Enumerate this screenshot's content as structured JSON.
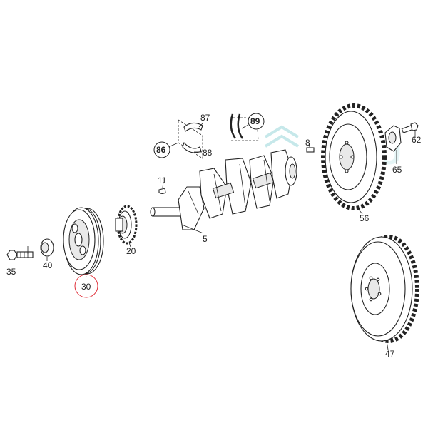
{
  "diagram": {
    "watermark_color": "#8fd3d6",
    "highlight_color": "#e0303a",
    "parts": [
      {
        "id": "p5",
        "label": "5"
      },
      {
        "id": "p8",
        "label": "8"
      },
      {
        "id": "p11",
        "label": "11"
      },
      {
        "id": "p20",
        "label": "20"
      },
      {
        "id": "p30",
        "label": "30",
        "highlighted": true
      },
      {
        "id": "p35",
        "label": "35"
      },
      {
        "id": "p40",
        "label": "40"
      },
      {
        "id": "p47",
        "label": "47"
      },
      {
        "id": "p56",
        "label": "56"
      },
      {
        "id": "p62",
        "label": "62"
      },
      {
        "id": "p65",
        "label": "65"
      },
      {
        "id": "p86",
        "label": "86"
      },
      {
        "id": "p87",
        "label": "87"
      },
      {
        "id": "p88",
        "label": "88"
      },
      {
        "id": "p89",
        "label": "89"
      }
    ]
  }
}
